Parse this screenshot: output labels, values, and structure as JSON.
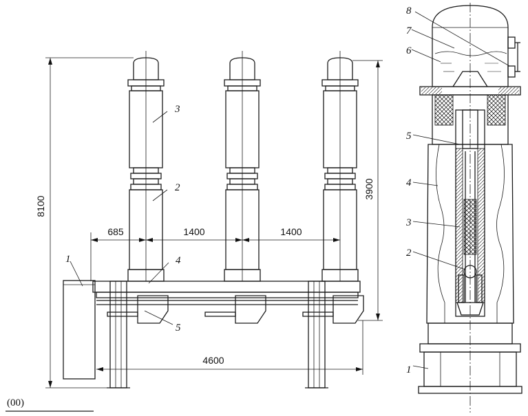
{
  "caption": "(00)",
  "left_view": {
    "dimensions": {
      "total_height": "8100",
      "column_height": "3900",
      "offset": "685",
      "spacing_1": "1400",
      "spacing_2": "1400",
      "base_width": "4600"
    },
    "callouts": [
      "1",
      "2",
      "3",
      "4",
      "5"
    ]
  },
  "right_view": {
    "callouts": [
      "1",
      "2",
      "3",
      "4",
      "5",
      "6",
      "7",
      "8"
    ]
  }
}
